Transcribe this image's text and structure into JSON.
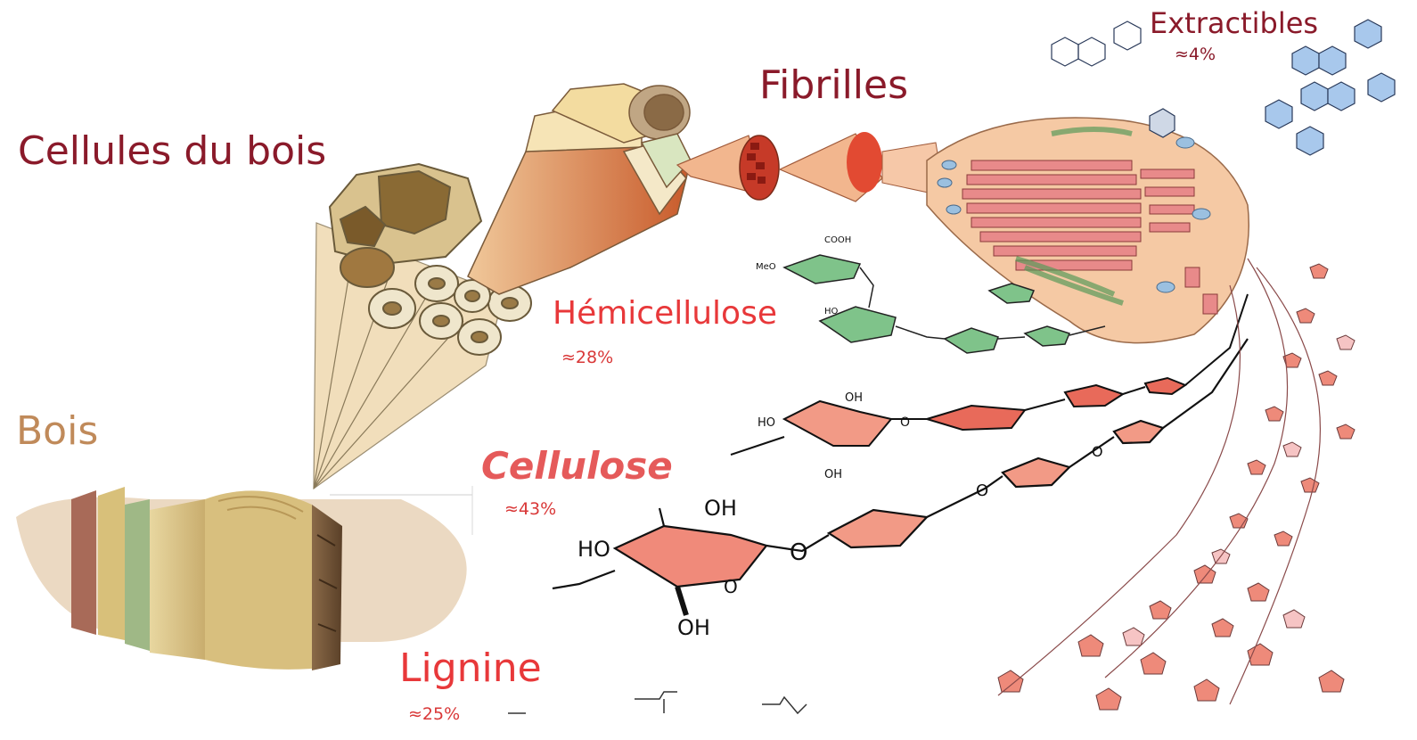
{
  "labels": {
    "cells": "Cellules du bois",
    "fibrils": "Fibrilles",
    "extractives": "Extractibles",
    "extractives_pct": "≈4%",
    "hemicellulose": "Hémicellulose",
    "hemicellulose_pct": "≈28%",
    "wood": "Bois",
    "cellulose": "Cellulose",
    "cellulose_pct": "≈43%",
    "lignin": "Lignine",
    "lignin_pct": "≈25%"
  },
  "chem_labels": {
    "cooh": "COOH",
    "meo": "MeO",
    "ho": "HO",
    "oh": "OH",
    "o": "O"
  },
  "colors": {
    "dark_red": "#8a1a2a",
    "red": "#e8383a",
    "brown": "#c08a5a",
    "cellulose_pink": "#e55a5a",
    "ring_fill": "#f2a07e",
    "hemi_green": "#7fc38a",
    "fibril_red": "#c63a28",
    "molecule_blue": "#a8c8ec"
  }
}
